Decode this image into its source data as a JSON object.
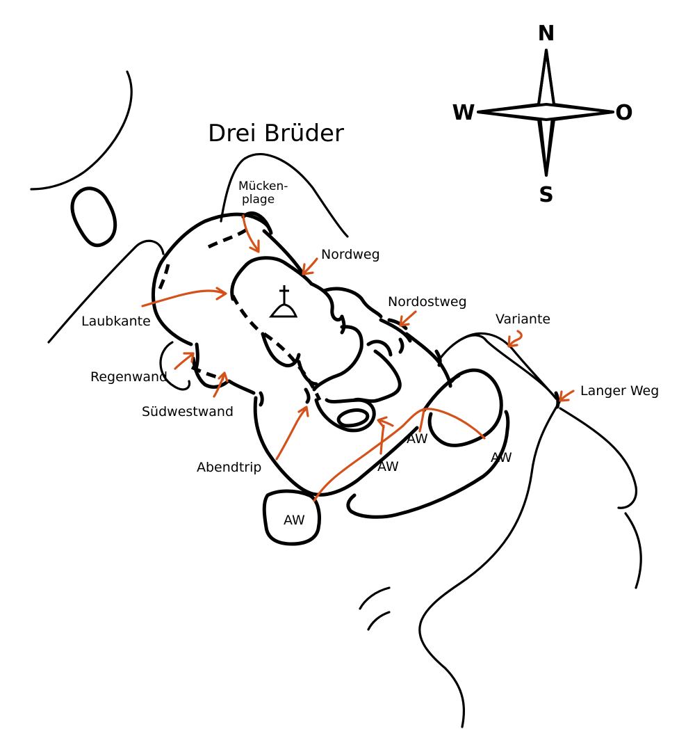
{
  "title": "Drei Brüder",
  "compass": {
    "north": "N",
    "south": "S",
    "west": "W",
    "east": "O"
  },
  "routes": {
    "mueckenplage_line1": "Mücken-",
    "mueckenplage_line2": "plage",
    "nordweg": "Nordweg",
    "nordostweg": "Nordostweg",
    "variante": "Variante",
    "langer_weg": "Langer Weg",
    "laubkante": "Laubkante",
    "regenwand": "Regenwand",
    "suedwestwand": "Südwestwand",
    "abendtrip": "Abendtrip"
  },
  "abseil_labels": [
    "AW",
    "AW",
    "AW",
    "AW"
  ],
  "colors": {
    "route": "#d4521a",
    "lines": "#000000"
  },
  "icons": [
    "summit-cross-icon",
    "compass-rose-icon"
  ]
}
